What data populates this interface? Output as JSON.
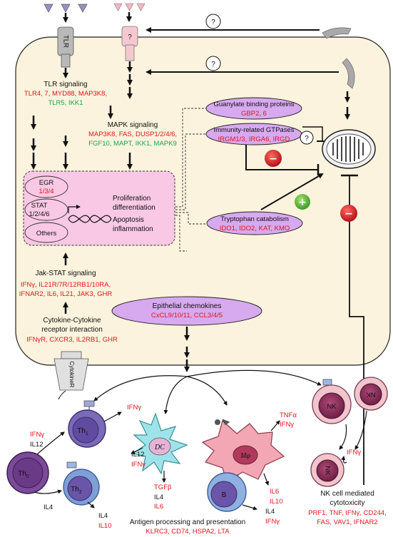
{
  "receptors": {
    "tlr": "TLR",
    "unknown": "?",
    "cytokine_receptor": "CytokineR"
  },
  "questions": {
    "q1": "?",
    "q2": "?",
    "q3": "?"
  },
  "tlr_signaling": {
    "title": "TLR signaling",
    "line1": "TLR4, 7, MYD88, MAP3K8,",
    "line2": "TLR5, IKK1"
  },
  "mapk_signaling": {
    "title": "MAPK signaling",
    "line1": "MAP3K8, FAS, DUSP1/2/4/6,",
    "line2": "FGF10, MAPT, IKK1, MAPK9"
  },
  "nucleus": {
    "egr_label": "EGR",
    "egr_nums": "1/3/4",
    "stat_label": "STAT",
    "stat_nums": "1/2/4/6",
    "others": "Others",
    "outcome1": "Proliferation",
    "outcome2": "differentiation",
    "outcome3": "Apoptosis",
    "outcome4": "inflammation"
  },
  "gbp": {
    "title": "Guanylate binding proteins",
    "genes": "GBP2, 6"
  },
  "irg": {
    "title": "Immunity-related GTPases",
    "genes": "IRGM1/3, IRGA6, IRGD"
  },
  "tryptophan": {
    "title": "Tryptophan catabolism",
    "genes": "IDO1, IDO2, KAT, KMO"
  },
  "chemokines": {
    "title": "Epithelial chemokines",
    "genes": "CxCL9/10/11, CCL3/4/5"
  },
  "signs": {
    "minus": "−",
    "plus": "+"
  },
  "jak_stat": {
    "title": "Jak-STAT signaling",
    "line1": "IFNγ, IL21R/7R/12RB1/10RA,",
    "line2": "IFNAR2, IL6, IL21, JAK3, GHR"
  },
  "cytokine_interaction": {
    "title1": "Cytokine-Cytokine",
    "title2": "receptor interaction",
    "genes": "IFNγR, CXCR3, IL2RB1, GHR"
  },
  "cells": {
    "th0": "Th",
    "th0_sub": "0",
    "th1": "Th",
    "th1_sub": "1",
    "th2": "Th",
    "th2_sub": "2",
    "dc": "DC",
    "mph": "Mφ",
    "b": "B",
    "nk": "NK"
  },
  "cytokines": {
    "th1_out": "IFNγ",
    "th1_in_a": "IFNγ",
    "th1_in_b": "IL12",
    "th2_in": "IL4",
    "th2_out_a": "IL4",
    "th2_out_b": "IL10",
    "dc_out_a": "IL12",
    "dc_out_b": "IFNγ",
    "dc_b_a": "TGFβ",
    "dc_b_b": "IL4",
    "dc_b_c": "IL6",
    "mph_out_a": "TNFα",
    "mph_out_b": "IFNγ",
    "mph_low_a": "IL6",
    "mph_low_b": "IL10",
    "b_out_a": "IL4",
    "b_out_b": "IFNγ",
    "nk_out": "IFNγ"
  },
  "antigen": {
    "title": "Antigen processing and presentation",
    "genes": "KLRC3, CD74, HSPA2, LTA"
  },
  "nk_cytotoxicity": {
    "title1": "NK cell mediated",
    "title2": "cytotoxicity",
    "genes1": "PRF1, TNF, IFNγ, CD244,",
    "genes2": "FAS, VAV1, IFNAR2"
  },
  "colors": {
    "cell_fill": "#fbf3dd",
    "gene_red": "#e3141b",
    "gene_green": "#19a64a",
    "ellipse_purple": "#d7a9ef",
    "nucleus_pink": "#f8c8e4",
    "th0": "#7b4a9a",
    "th1": "#6a55a8",
    "th2": "#6f8fc7",
    "dc": "#9fe3ea",
    "mph": "#f3a7b5",
    "b": "#8fb0e0",
    "nk_ring": "#f2c4cc",
    "nk_core": "#8a2c57"
  }
}
